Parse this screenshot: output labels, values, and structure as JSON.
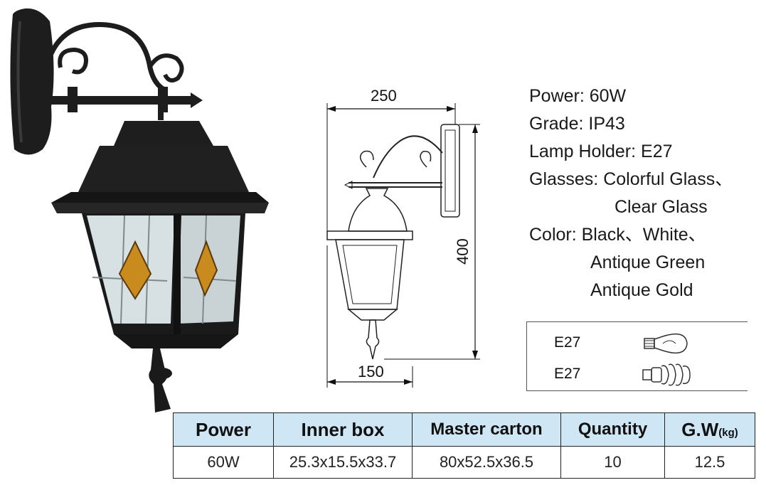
{
  "drawing": {
    "width_top": "250",
    "height": "400",
    "width_bottom": "150"
  },
  "specs": [
    {
      "text": "Power: 60W"
    },
    {
      "text": "Grade: IP43"
    },
    {
      "text": "Lamp Holder: E27"
    },
    {
      "text": "Glasses: Colorful Glass、"
    },
    {
      "text": "Clear Glass"
    },
    {
      "text": "Color: Black、White、"
    },
    {
      "text": "Antique Green"
    },
    {
      "text": "Antique Gold"
    }
  ],
  "bulbs": [
    {
      "label": "E27",
      "icon": "incandescent-bulb-icon"
    },
    {
      "label": "E27",
      "icon": "spiral-cfl-bulb-icon"
    }
  ],
  "table": {
    "headers": {
      "power": "Power",
      "inner_box": "Inner box",
      "master_carton": "Master carton",
      "quantity": "Quantity",
      "gw": "G.W",
      "gw_unit": "(kg)"
    },
    "row": {
      "power": "60W",
      "inner_box": "25.3x15.5x33.7",
      "master_carton": "80x52.5x36.5",
      "quantity": "10",
      "gw": "12.5"
    }
  },
  "colors": {
    "header_bg": "#cfe6f4",
    "lamp_black": "#1b1b1b",
    "amber_glass": "#c98a1e"
  }
}
